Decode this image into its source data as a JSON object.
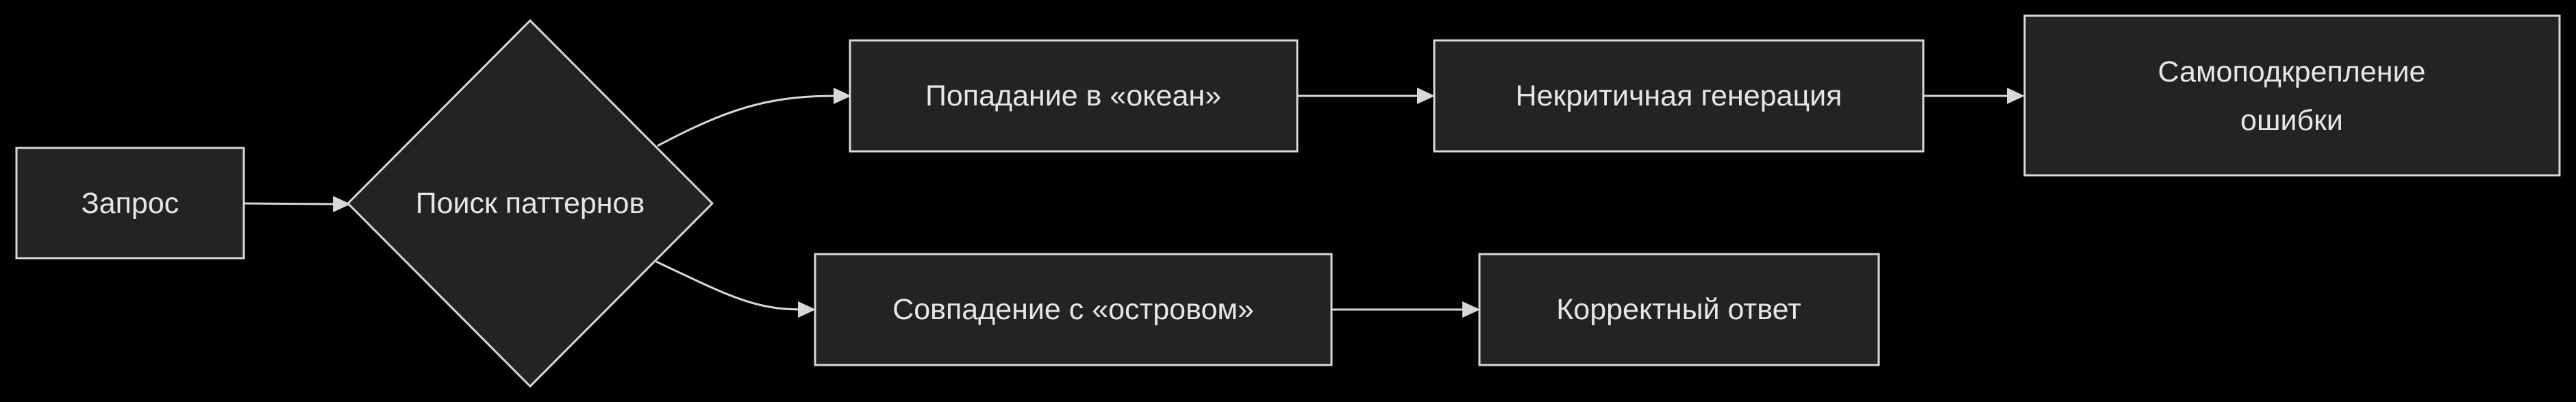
{
  "diagram": {
    "type": "flowchart",
    "direction": "left-to-right",
    "colors": {
      "background": "#000000",
      "node_fill": "#232323",
      "node_stroke": "#d8d8d8",
      "text": "#e6e6e6",
      "edge": "#d8d8d8"
    },
    "nodes": {
      "request": {
        "shape": "rect",
        "label": "Запрос"
      },
      "pattern_search": {
        "shape": "diamond",
        "label": "Поиск паттернов"
      },
      "ocean": {
        "shape": "rect",
        "label": "Попадание в «океан»"
      },
      "uncritical": {
        "shape": "rect",
        "label": "Некритичная генерация"
      },
      "self_reinforce": {
        "shape": "rect",
        "label_lines": [
          "Самоподкрепление",
          "ошибки"
        ]
      },
      "island": {
        "shape": "rect",
        "label": "Совпадение с «островом»"
      },
      "correct": {
        "shape": "rect",
        "label": "Корректный ответ"
      }
    },
    "edges": [
      {
        "from": "request",
        "to": "pattern_search"
      },
      {
        "from": "pattern_search",
        "to": "ocean"
      },
      {
        "from": "ocean",
        "to": "uncritical"
      },
      {
        "from": "uncritical",
        "to": "self_reinforce"
      },
      {
        "from": "pattern_search",
        "to": "island"
      },
      {
        "from": "island",
        "to": "correct"
      }
    ]
  }
}
